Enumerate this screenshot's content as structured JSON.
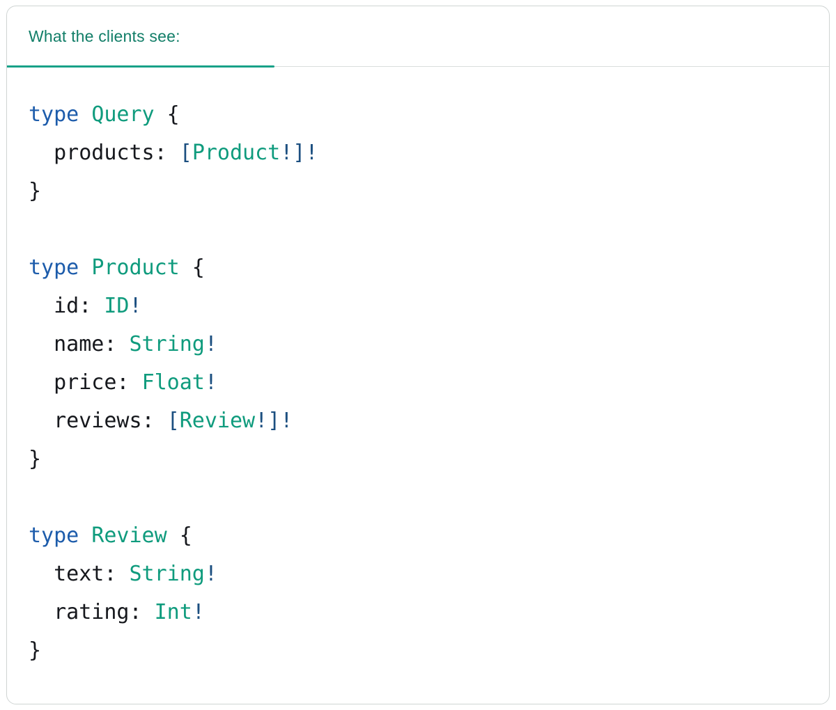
{
  "panel": {
    "tab_label": "What the clients see:"
  },
  "colors": {
    "tab-teal-text": "#127e68",
    "tab-underline": "#18a188",
    "code-keyword": "#1d5cab",
    "code-type": "#0f9b7d",
    "code-bracket": "#1c4f80",
    "code-plain": "#16181d"
  },
  "code": {
    "language": "graphql",
    "plain_text": "type Query {\n  products: [Product!]!\n}\n\ntype Product {\n  id: ID!\n  name: String!\n  price: Float!\n  reviews: [Review!]!\n}\n\ntype Review {\n  text: String!\n  rating: Int!\n}",
    "lines": [
      [
        {
          "c": "k",
          "t": "type"
        },
        {
          "c": "p",
          "t": " "
        },
        {
          "c": "t",
          "t": "Query"
        },
        {
          "c": "p",
          "t": " {"
        }
      ],
      [
        {
          "c": "p",
          "t": "  products: "
        },
        {
          "c": "b",
          "t": "["
        },
        {
          "c": "t",
          "t": "Product"
        },
        {
          "c": "b",
          "t": "!]!"
        }
      ],
      [
        {
          "c": "p",
          "t": "}"
        }
      ],
      [],
      [
        {
          "c": "k",
          "t": "type"
        },
        {
          "c": "p",
          "t": " "
        },
        {
          "c": "t",
          "t": "Product"
        },
        {
          "c": "p",
          "t": " {"
        }
      ],
      [
        {
          "c": "p",
          "t": "  id: "
        },
        {
          "c": "t",
          "t": "ID"
        },
        {
          "c": "b",
          "t": "!"
        }
      ],
      [
        {
          "c": "p",
          "t": "  name: "
        },
        {
          "c": "t",
          "t": "String"
        },
        {
          "c": "b",
          "t": "!"
        }
      ],
      [
        {
          "c": "p",
          "t": "  price: "
        },
        {
          "c": "t",
          "t": "Float"
        },
        {
          "c": "b",
          "t": "!"
        }
      ],
      [
        {
          "c": "p",
          "t": "  reviews: "
        },
        {
          "c": "b",
          "t": "["
        },
        {
          "c": "t",
          "t": "Review"
        },
        {
          "c": "b",
          "t": "!]!"
        }
      ],
      [
        {
          "c": "p",
          "t": "}"
        }
      ],
      [],
      [
        {
          "c": "k",
          "t": "type"
        },
        {
          "c": "p",
          "t": " "
        },
        {
          "c": "t",
          "t": "Review"
        },
        {
          "c": "p",
          "t": " {"
        }
      ],
      [
        {
          "c": "p",
          "t": "  text: "
        },
        {
          "c": "t",
          "t": "String"
        },
        {
          "c": "b",
          "t": "!"
        }
      ],
      [
        {
          "c": "p",
          "t": "  rating: "
        },
        {
          "c": "t",
          "t": "Int"
        },
        {
          "c": "b",
          "t": "!"
        }
      ],
      [
        {
          "c": "p",
          "t": "}"
        }
      ]
    ]
  }
}
